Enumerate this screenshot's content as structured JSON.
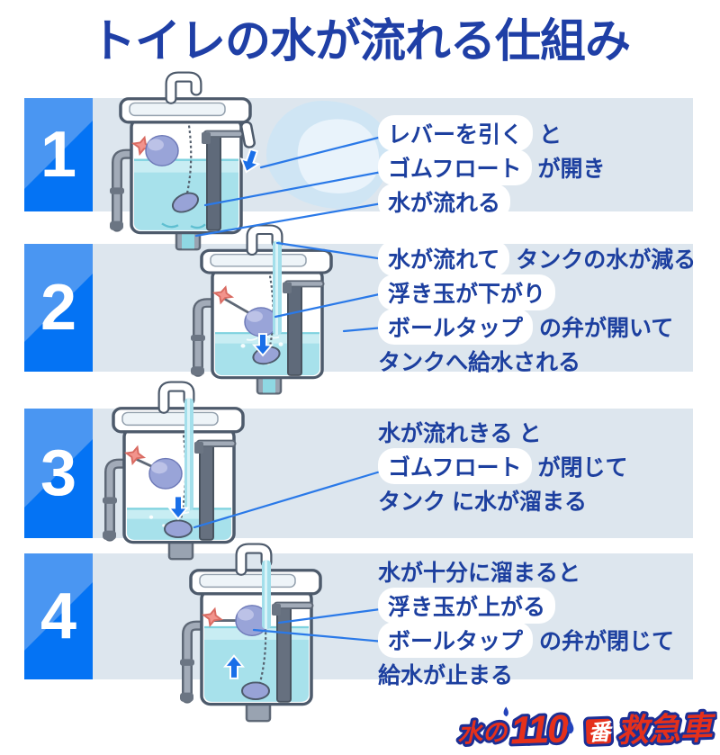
{
  "title": "トイレの水が流れる仕組み",
  "steps": [
    {
      "number": "1",
      "lines": [
        {
          "seg": [
            {
              "t": "レバーを引く",
              "hl": true
            },
            {
              "t": " と",
              "hl": false
            }
          ]
        },
        {
          "seg": [
            {
              "t": "ゴムフロート",
              "hl": true
            },
            {
              "t": " が開き",
              "hl": false
            }
          ]
        },
        {
          "seg": [
            {
              "t": "水が流れる",
              "hl": true
            }
          ]
        }
      ]
    },
    {
      "number": "2",
      "lines": [
        {
          "seg": [
            {
              "t": "水が流れて",
              "hl": true
            },
            {
              "t": " タンクの水が減る",
              "hl": false
            }
          ]
        },
        {
          "seg": [
            {
              "t": "浮き玉が下がり",
              "hl": true
            }
          ]
        },
        {
          "seg": [
            {
              "t": "ボールタップ",
              "hl": true
            },
            {
              "t": " の弁が開いて",
              "hl": false
            }
          ]
        },
        {
          "seg": [
            {
              "t": "タンクへ給水される",
              "hl": false
            }
          ]
        }
      ]
    },
    {
      "number": "3",
      "lines": [
        {
          "seg": [
            {
              "t": "水が流れきる と",
              "hl": false
            }
          ]
        },
        {
          "seg": [
            {
              "t": "ゴムフロート",
              "hl": true
            },
            {
              "t": " が閉じて",
              "hl": false
            }
          ]
        },
        {
          "seg": [
            {
              "t": "タンク に水が溜まる",
              "hl": false
            }
          ]
        }
      ]
    },
    {
      "number": "4",
      "lines": [
        {
          "seg": [
            {
              "t": "水が十分に溜まると",
              "hl": false
            }
          ]
        },
        {
          "seg": [
            {
              "t": "浮き玉が上がる",
              "hl": true
            }
          ]
        },
        {
          "seg": [
            {
              "t": "ボールタップ",
              "hl": true
            },
            {
              "t": " の弁が閉じて",
              "hl": false
            }
          ]
        },
        {
          "seg": [
            {
              "t": "給水が止まる",
              "hl": false
            }
          ]
        }
      ]
    }
  ],
  "logo": {
    "water_no": "水の",
    "number": "110",
    "ban": "番",
    "kyukyusha": "救急車"
  },
  "colors": {
    "title_blue": "#1f3fa6",
    "text_navy": "#1c3f9f",
    "band": "#dde6ee",
    "step_block_light": "#4a96f2",
    "step_block_dark": "#0473f4",
    "leader_line": "#2a79e8",
    "water": "#a7e1eb",
    "float_ball": "#99a4d8",
    "lever_star": "#f2938c",
    "arrow_blue": "#1a6fe8",
    "logo_red": "#e5301b",
    "logo_blue": "#1b2f96"
  }
}
